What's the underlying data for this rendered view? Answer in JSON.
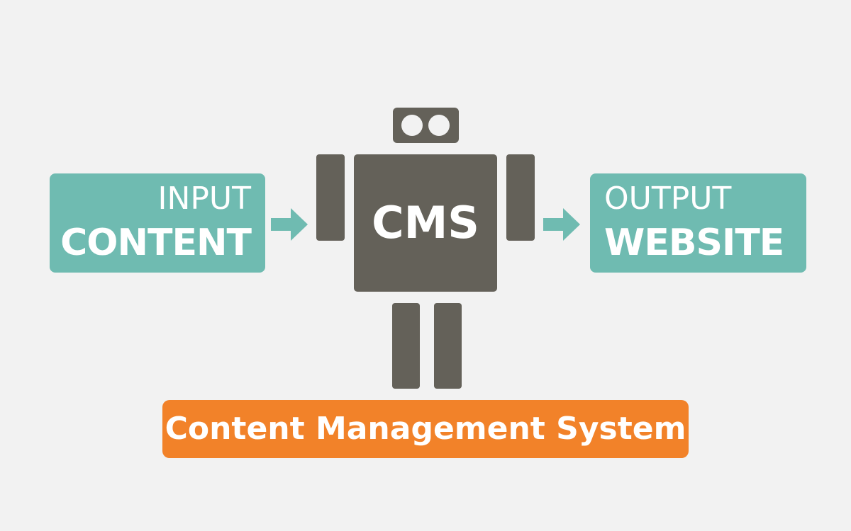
{
  "input_box": {
    "line1": "INPUT",
    "line2": "CONTENT"
  },
  "output_box": {
    "line1": "OUTPUT",
    "line2": "WEBSITE"
  },
  "robot": {
    "label": "CMS"
  },
  "banner": {
    "label": "Content Management System"
  },
  "colors": {
    "background": "#f2f2f2",
    "teal": "#6fbbb1",
    "robot": "#646159",
    "orange": "#f28229",
    "text": "#ffffff"
  },
  "icons": {
    "arrow": "arrow-right-icon",
    "eye": "robot-eye-icon"
  }
}
